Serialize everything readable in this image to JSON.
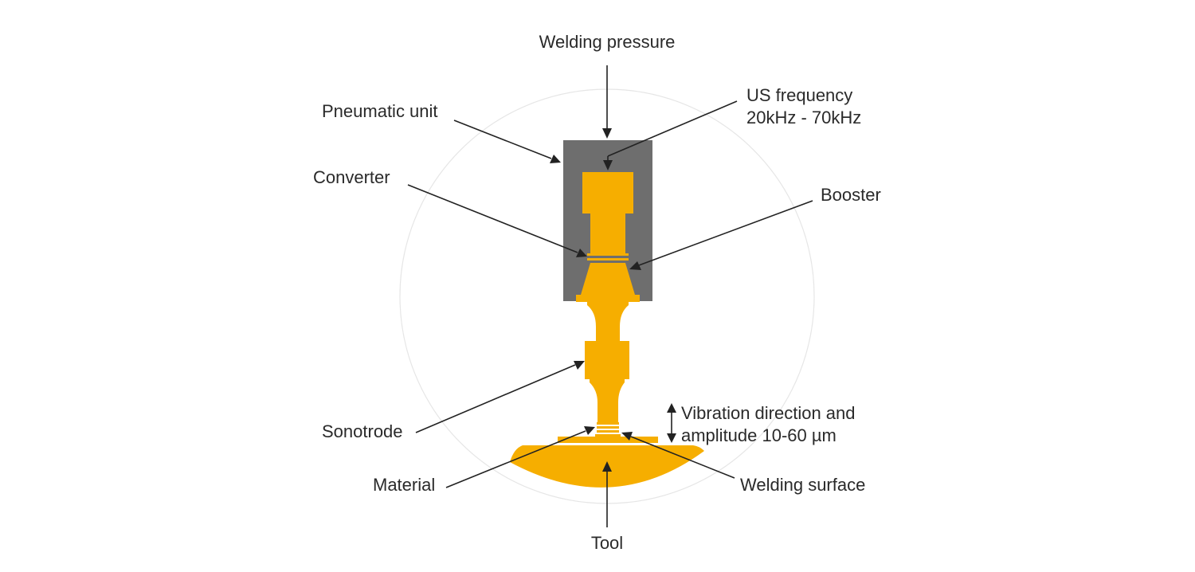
{
  "labels": {
    "welding_pressure": "Welding pressure",
    "pneumatic_unit": "Pneumatic unit",
    "us_frequency_line1": "US frequency",
    "us_frequency_line2": "20kHz - 70kHz",
    "converter": "Converter",
    "booster": "Booster",
    "sonotrode": "Sonotrode",
    "vibration_line1": "Vibration direction and",
    "vibration_line2": "amplitude 10-60 µm",
    "material": "Material",
    "welding_surface": "Welding surface",
    "tool": "Tool"
  },
  "colors": {
    "component": "#f6ae00",
    "housing": "#6e6e6e",
    "line": "#222222",
    "text": "#2a2a2a",
    "circle": "#e6e6e6"
  }
}
